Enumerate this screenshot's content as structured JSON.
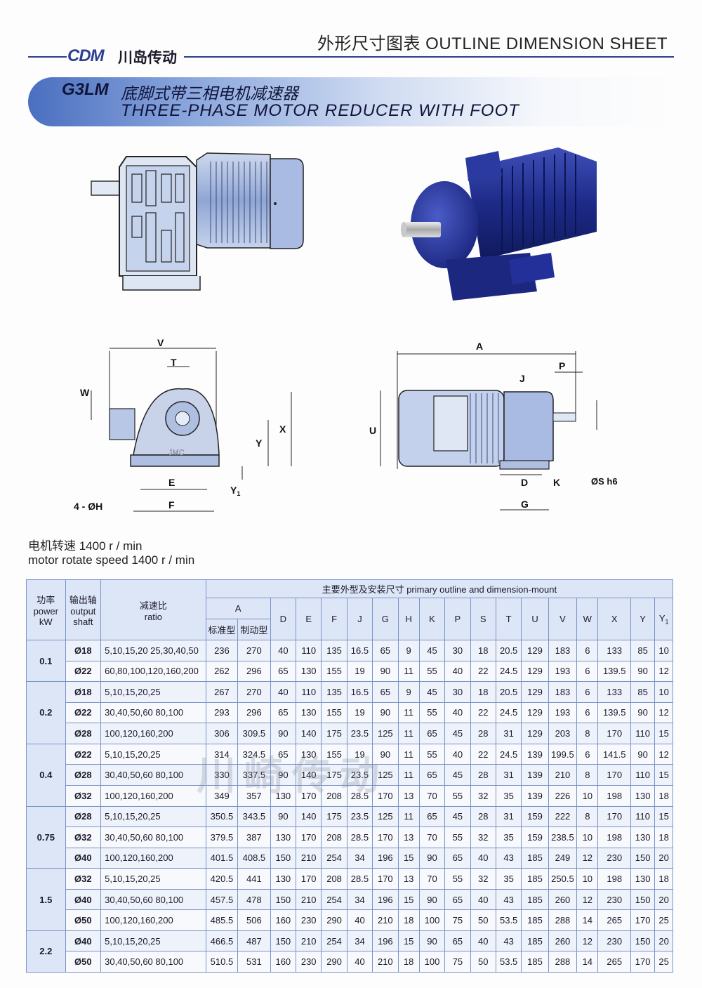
{
  "header": {
    "title": "外形尺寸图表   OUTLINE DIMENSION SHEET",
    "brand_logo": "CDM",
    "brand_name": "川岛传动"
  },
  "banner": {
    "model": "G3LM",
    "title_cn": "底脚式带三相电机减速器",
    "title_en": "THREE-PHASE  MOTOR  REDUCER  WITH  FOOT"
  },
  "drawing": {
    "front_label": "JMC",
    "dims": {
      "V": "V",
      "T": "T",
      "W": "W",
      "X": "X",
      "Y": "Y",
      "Y1": "Y",
      "Y1_sub": "1",
      "E": "E",
      "F": "F",
      "H": "4 - ØH",
      "A": "A",
      "J": "J",
      "P": "P",
      "U": "U",
      "S": "ØS h6",
      "D": "D",
      "K": "K",
      "G": "G"
    }
  },
  "speed": {
    "cn": "电机转速 1400 r / min",
    "en": "motor rotate speed 1400 r / min"
  },
  "table": {
    "h_power": [
      "功率",
      "power",
      "kW"
    ],
    "h_shaft": [
      "输出轴",
      "output",
      "shaft"
    ],
    "h_ratio": [
      "减速比",
      "ratio"
    ],
    "h_group": "主要外型及安装尺寸     primary outline and dimension-mount",
    "h_A": "A",
    "h_A_std": "标准型",
    "h_A_brake": "制动型",
    "cols": [
      "D",
      "E",
      "F",
      "J",
      "G",
      "H",
      "K",
      "P",
      "S",
      "T",
      "U",
      "V",
      "W",
      "X",
      "Y"
    ],
    "h_Y1": "Y",
    "h_Y1_sub": "1",
    "groups": [
      {
        "power": "0.1",
        "rows": [
          [
            "Ø18",
            "5,10,15,20 25,30,40,50",
            "236",
            "270",
            "40",
            "110",
            "135",
            "16.5",
            "65",
            "9",
            "45",
            "30",
            "18",
            "20.5",
            "129",
            "183",
            "6",
            "133",
            "85",
            "10"
          ],
          [
            "Ø22",
            "60,80,100,120,160,200",
            "262",
            "296",
            "65",
            "130",
            "155",
            "19",
            "90",
            "11",
            "55",
            "40",
            "22",
            "24.5",
            "129",
            "193",
            "6",
            "139.5",
            "90",
            "12"
          ]
        ]
      },
      {
        "power": "0.2",
        "rows": [
          [
            "Ø18",
            "5,10,15,20,25",
            "267",
            "270",
            "40",
            "110",
            "135",
            "16.5",
            "65",
            "9",
            "45",
            "30",
            "18",
            "20.5",
            "129",
            "183",
            "6",
            "133",
            "85",
            "10"
          ],
          [
            "Ø22",
            "30,40,50,60 80,100",
            "293",
            "296",
            "65",
            "130",
            "155",
            "19",
            "90",
            "11",
            "55",
            "40",
            "22",
            "24.5",
            "129",
            "193",
            "6",
            "139.5",
            "90",
            "12"
          ],
          [
            "Ø28",
            "100,120,160,200",
            "306",
            "309.5",
            "90",
            "140",
            "175",
            "23.5",
            "125",
            "11",
            "65",
            "45",
            "28",
            "31",
            "129",
            "203",
            "8",
            "170",
            "110",
            "15"
          ]
        ]
      },
      {
        "power": "0.4",
        "rows": [
          [
            "Ø22",
            "5,10,15,20,25",
            "314",
            "324.5",
            "65",
            "130",
            "155",
            "19",
            "90",
            "11",
            "55",
            "40",
            "22",
            "24.5",
            "139",
            "199.5",
            "6",
            "141.5",
            "90",
            "12"
          ],
          [
            "Ø28",
            "30,40,50,60 80,100",
            "330",
            "337.5",
            "90",
            "140",
            "175",
            "23.5",
            "125",
            "11",
            "65",
            "45",
            "28",
            "31",
            "139",
            "210",
            "8",
            "170",
            "110",
            "15"
          ],
          [
            "Ø32",
            "100,120,160,200",
            "349",
            "357",
            "130",
            "170",
            "208",
            "28.5",
            "170",
            "13",
            "70",
            "55",
            "32",
            "35",
            "139",
            "226",
            "10",
            "198",
            "130",
            "18"
          ]
        ]
      },
      {
        "power": "0.75",
        "rows": [
          [
            "Ø28",
            "5,10,15,20,25",
            "350.5",
            "343.5",
            "90",
            "140",
            "175",
            "23.5",
            "125",
            "11",
            "65",
            "45",
            "28",
            "31",
            "159",
            "222",
            "8",
            "170",
            "110",
            "15"
          ],
          [
            "Ø32",
            "30,40,50,60 80,100",
            "379.5",
            "387",
            "130",
            "170",
            "208",
            "28.5",
            "170",
            "13",
            "70",
            "55",
            "32",
            "35",
            "159",
            "238.5",
            "10",
            "198",
            "130",
            "18"
          ],
          [
            "Ø40",
            "100,120,160,200",
            "401.5",
            "408.5",
            "150",
            "210",
            "254",
            "34",
            "196",
            "15",
            "90",
            "65",
            "40",
            "43",
            "185",
            "249",
            "12",
            "230",
            "150",
            "20"
          ]
        ]
      },
      {
        "power": "1.5",
        "rows": [
          [
            "Ø32",
            "5,10,15,20,25",
            "420.5",
            "441",
            "130",
            "170",
            "208",
            "28.5",
            "170",
            "13",
            "70",
            "55",
            "32",
            "35",
            "185",
            "250.5",
            "10",
            "198",
            "130",
            "18"
          ],
          [
            "Ø40",
            "30,40,50,60 80,100",
            "457.5",
            "478",
            "150",
            "210",
            "254",
            "34",
            "196",
            "15",
            "90",
            "65",
            "40",
            "43",
            "185",
            "260",
            "12",
            "230",
            "150",
            "20"
          ],
          [
            "Ø50",
            "100,120,160,200",
            "485.5",
            "506",
            "160",
            "230",
            "290",
            "40",
            "210",
            "18",
            "100",
            "75",
            "50",
            "53.5",
            "185",
            "288",
            "14",
            "265",
            "170",
            "25"
          ]
        ]
      },
      {
        "power": "2.2",
        "rows": [
          [
            "Ø40",
            "5,10,15,20,25",
            "466.5",
            "487",
            "150",
            "210",
            "254",
            "34",
            "196",
            "15",
            "90",
            "65",
            "40",
            "43",
            "185",
            "260",
            "12",
            "230",
            "150",
            "20"
          ],
          [
            "Ø50",
            "30,40,50,60 80,100",
            "510.5",
            "531",
            "160",
            "230",
            "290",
            "40",
            "210",
            "18",
            "100",
            "75",
            "50",
            "53.5",
            "185",
            "288",
            "14",
            "265",
            "170",
            "25"
          ]
        ]
      }
    ]
  },
  "watermark": "川崎传动"
}
